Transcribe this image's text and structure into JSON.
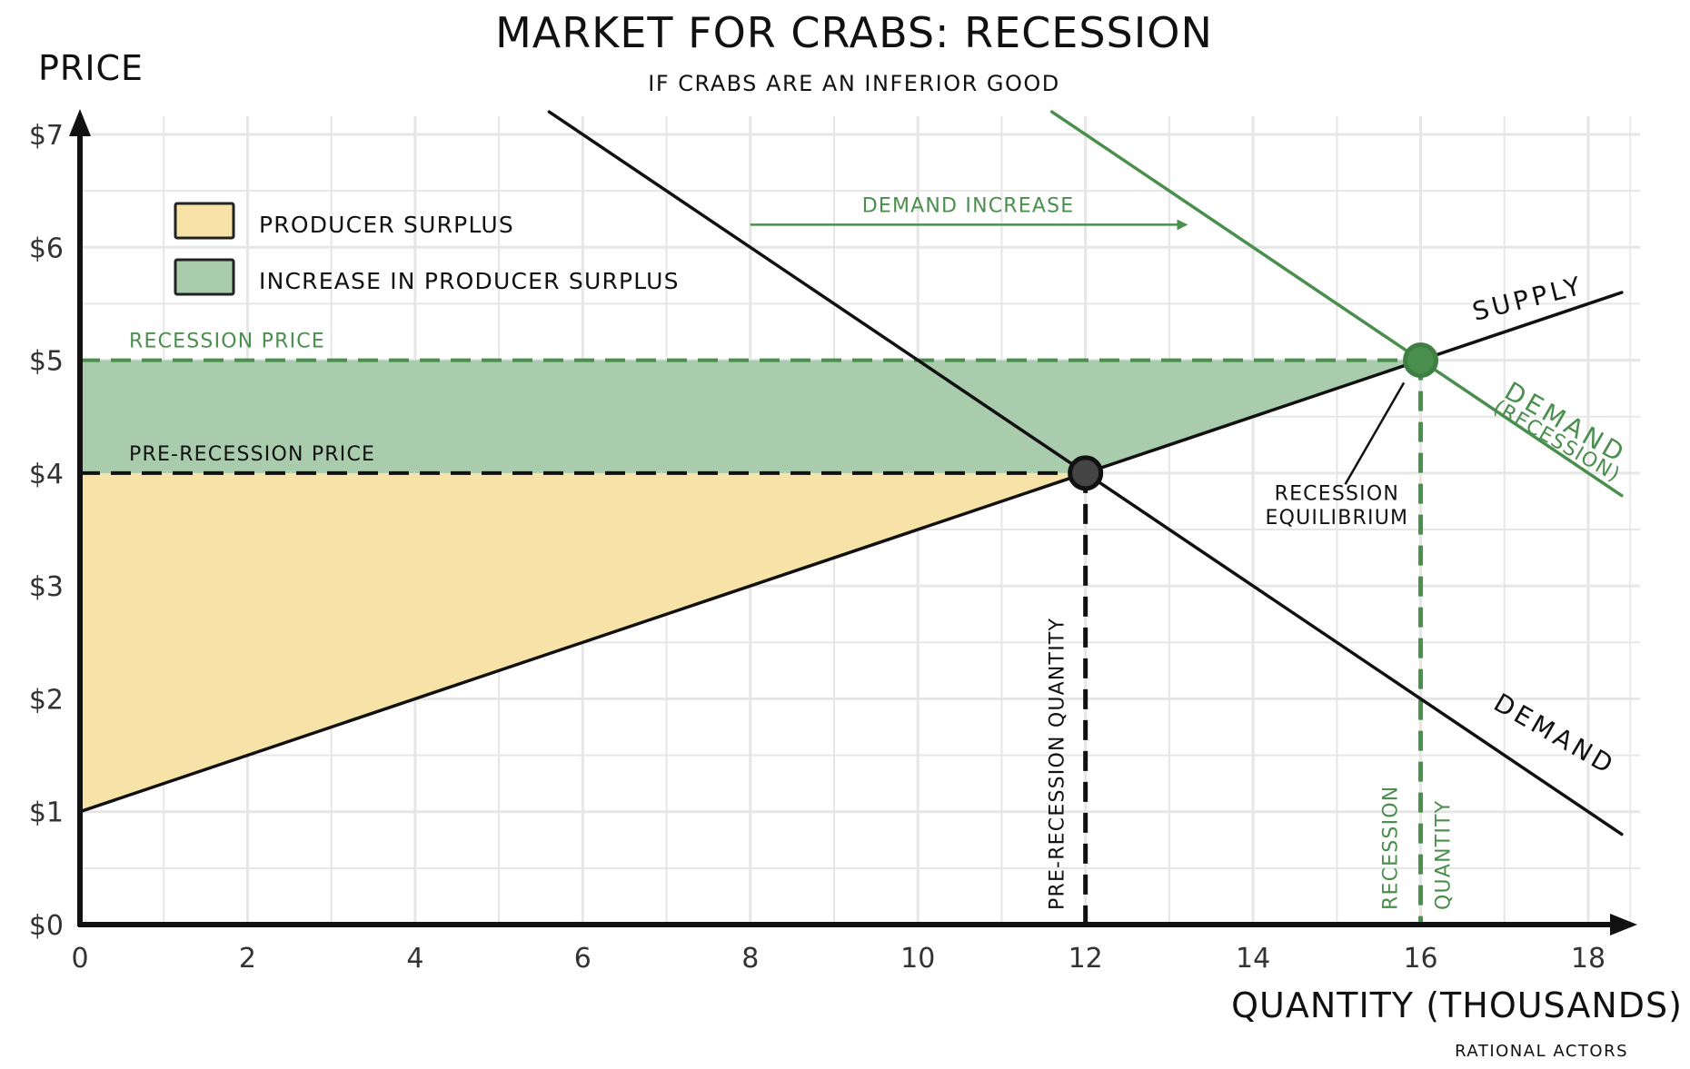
{
  "chart_data": {
    "type": "line",
    "title": "Market for Crabs: Recession",
    "subtitle": "if crabs are an inferior good",
    "xlabel": "Quantity (thousands)",
    "ylabel": "Price",
    "xlim": [
      0,
      18
    ],
    "ylim": [
      0,
      7
    ],
    "x_ticks": [
      0,
      2,
      4,
      6,
      8,
      10,
      12,
      14,
      16,
      18
    ],
    "y_ticks": [
      0,
      1,
      2,
      3,
      4,
      5,
      6,
      7
    ],
    "y_tick_labels": [
      "$0",
      "$1",
      "$2",
      "$3",
      "$4",
      "$5",
      "$6",
      "$7"
    ],
    "grid": true,
    "series": [
      {
        "name": "Supply",
        "color": "#111111",
        "points": [
          [
            0,
            1
          ],
          [
            18.4,
            5.6
          ]
        ]
      },
      {
        "name": "Demand",
        "color": "#111111",
        "points": [
          [
            5.6,
            7.2
          ],
          [
            18.4,
            0.8
          ]
        ]
      },
      {
        "name": "Demand (recession)",
        "label_main": "Demand",
        "label_sub": "(recession)",
        "color": "#4a8f4e",
        "points": [
          [
            11.6,
            7.2
          ],
          [
            18.4,
            3.8
          ]
        ]
      }
    ],
    "areas": [
      {
        "name": "producer-surplus",
        "color": "#f7e3a8",
        "points": [
          [
            0,
            1
          ],
          [
            0,
            4
          ],
          [
            12,
            4
          ]
        ]
      },
      {
        "name": "increase-in-producer-surplus",
        "color": "#a8ccac",
        "points": [
          [
            0,
            4
          ],
          [
            0,
            5
          ],
          [
            16,
            5
          ],
          [
            12,
            4
          ]
        ]
      }
    ],
    "legend": {
      "position": "top-left",
      "items": [
        {
          "label": "Producer surplus",
          "color": "#f7e3a8"
        },
        {
          "label": "Increase in producer surplus",
          "color": "#a8ccac"
        }
      ]
    },
    "reference_lines": [
      {
        "label": "Recession price",
        "orientation": "horizontal",
        "value": 5,
        "color": "#4a8f4e"
      },
      {
        "label": "Pre-recession price",
        "orientation": "horizontal",
        "value": 4,
        "color": "#111111"
      },
      {
        "label": "Pre-recession quantity",
        "orientation": "vertical",
        "value": 12,
        "color": "#111111"
      },
      {
        "label_line1": "Recession",
        "label_line2": "quantity",
        "orientation": "vertical",
        "value": 16,
        "color": "#4a8f4e"
      }
    ],
    "points": [
      {
        "name": "pre-recession-equilibrium",
        "x": 12,
        "y": 4,
        "color": "#444444"
      },
      {
        "name": "recession-equilibrium",
        "x": 16,
        "y": 5,
        "color": "#4a8f4e"
      }
    ],
    "annotations": {
      "demand_increase": "Demand increase",
      "equilibrium_line1": "Recession",
      "equilibrium_line2": "equilibrium"
    },
    "credit": "Rational Actors"
  }
}
